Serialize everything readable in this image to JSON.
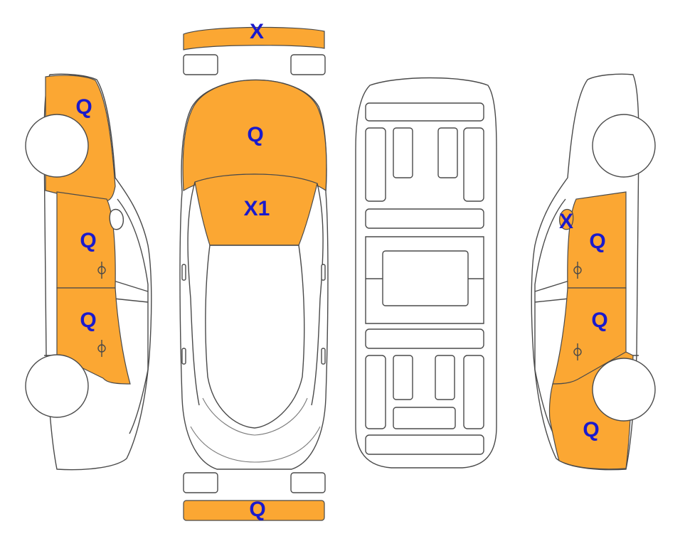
{
  "colors": {
    "damage_fill": "#FBA733",
    "label_color": "#1A1ACC",
    "outline": "#4A4A4A",
    "background": "#FFFFFF"
  },
  "views": {
    "left_side": {
      "fender_front": "Q",
      "door_front": "Q",
      "door_rear": "Q"
    },
    "top": {
      "front_bumper": "X",
      "hood": "Q",
      "windshield": "X1",
      "rear_bumper": "Q"
    },
    "right_side": {
      "mirror": "X",
      "door_front": "Q",
      "door_rear": "Q",
      "quarter_panel_rear": "Q"
    }
  }
}
